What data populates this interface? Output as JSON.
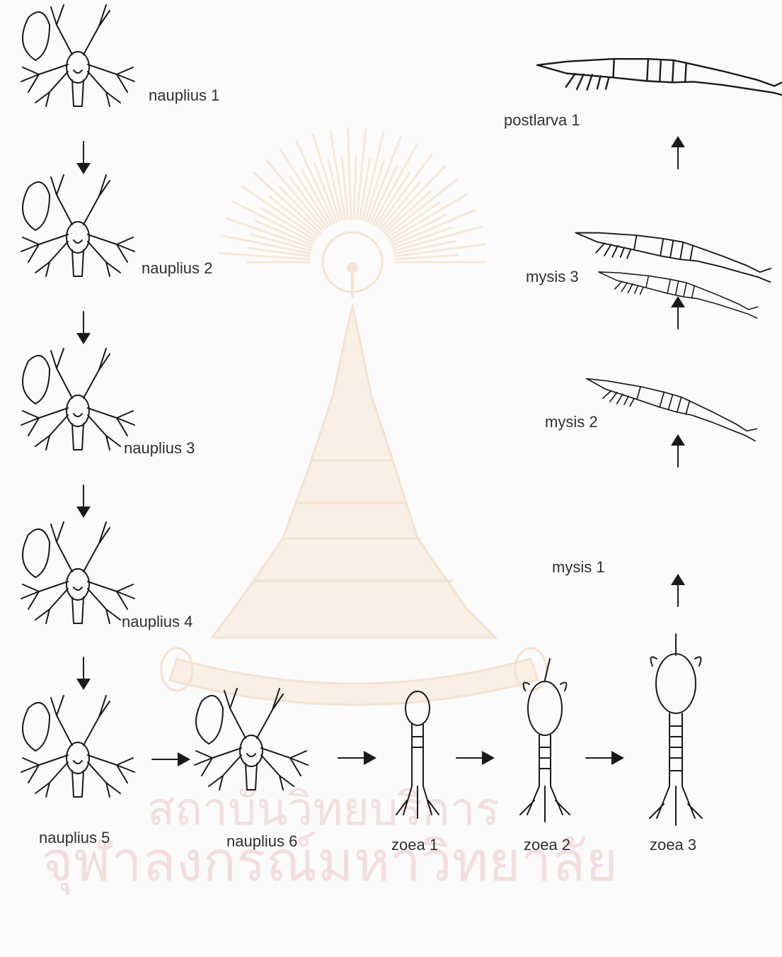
{
  "stages": {
    "nauplius_1": "nauplius 1",
    "nauplius_2": "nauplius 2",
    "nauplius_3": "nauplius 3",
    "nauplius_4": "nauplius 4",
    "nauplius_5": "nauplius 5",
    "nauplius_6": "nauplius 6",
    "zoea_1": "zoea 1",
    "zoea_2": "zoea 2",
    "zoea_3": "zoea 3",
    "mysis_1": "mysis 1",
    "mysis_2": "mysis 2",
    "mysis_3": "mysis 3",
    "postlarva_1": "postlarva 1"
  },
  "watermark": {
    "line1": "สถาบันวิทยบริการ",
    "line2": "จุฬาลงกรณ์มหาวิทยาลัย"
  },
  "colors": {
    "ink": "#1a1a1a",
    "watermark": "#f6e3cf",
    "background": "#fbfbfb"
  }
}
